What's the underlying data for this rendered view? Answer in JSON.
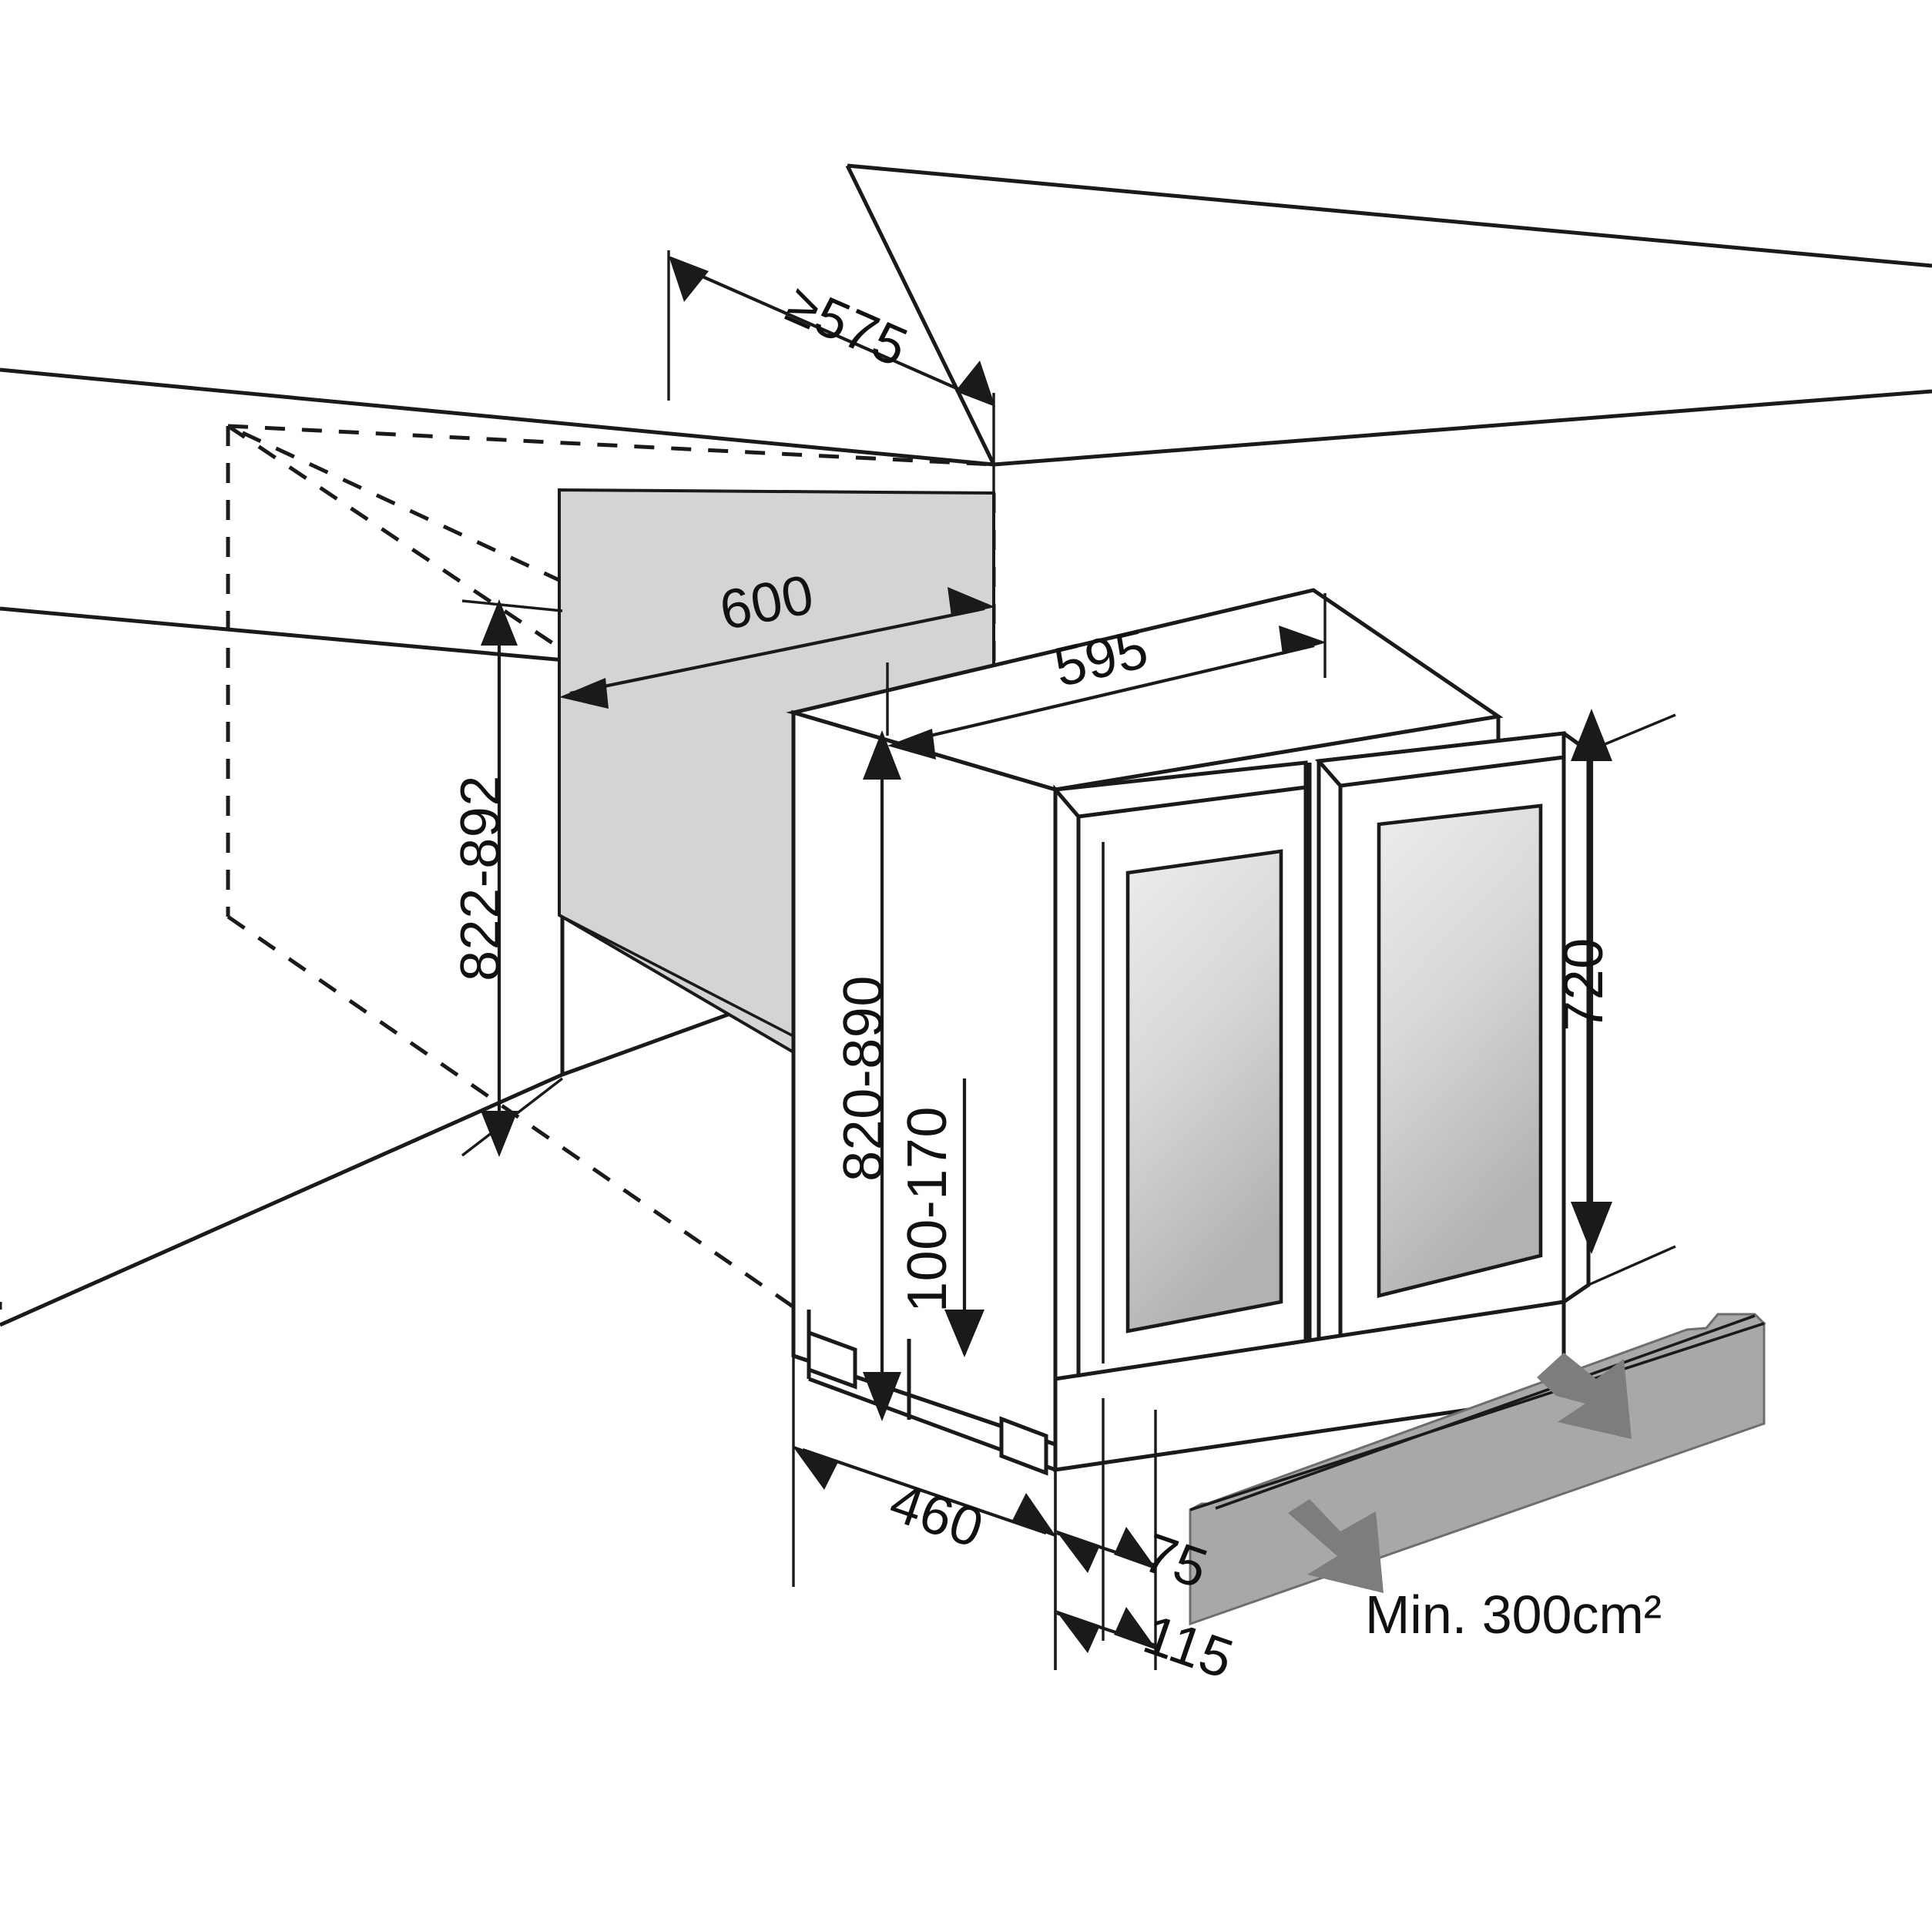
{
  "drawing": {
    "type": "technical-installation-drawing",
    "subject": "Built-in wine cabinet / wine cooler niche installation",
    "units": "mm",
    "background_color": "#ffffff",
    "line_color": "#1a1a1a",
    "panel_color": "#d4d4d4",
    "grille_color": "#a8a8a8",
    "arrow_color": "#7d7d7d",
    "glass_color_top": "#ececec",
    "glass_color_bottom": "#b5b5b5"
  },
  "dimensions": {
    "niche_depth": {
      "label": "≥575",
      "value": 575,
      "qualifier": "≥",
      "description": "Minimum niche depth"
    },
    "niche_width": {
      "label": "600",
      "value": 600,
      "description": "Niche opening width"
    },
    "niche_height": {
      "label": "822-892",
      "value_min": 822,
      "value_max": 892,
      "description": "Niche opening height range"
    },
    "appliance_width": {
      "label": "595",
      "value": 595,
      "description": "Appliance body width"
    },
    "appliance_height": {
      "label": "820-890",
      "value_min": 820,
      "value_max": 890,
      "description": "Appliance overall height range"
    },
    "plinth_height": {
      "label": "100-170",
      "value_min": 100,
      "value_max": 170,
      "description": "Adjustable plinth / foot height range"
    },
    "door_height": {
      "label": "720",
      "value": 720,
      "description": "Door panel height"
    },
    "appliance_depth": {
      "label": "460",
      "value": 460,
      "description": "Appliance body depth"
    },
    "door_offset": {
      "label": "75",
      "value": 75,
      "description": "Door front offset"
    },
    "front_projection": {
      "label": "115",
      "value": 115,
      "description": "Front projection depth"
    }
  },
  "notes": {
    "ventilation": {
      "label": "Min. 300cm²",
      "value": 300,
      "unit": "cm²",
      "description": "Minimum ventilation cross-section area for plinth grille"
    }
  },
  "parts": {
    "wall_niche": "wall-niche-outline",
    "appliance_body": "appliance-body",
    "left_door": "left-glass-door",
    "right_door": "right-glass-door",
    "plinth": "plinth-base",
    "feet": "adjustable-feet",
    "ventilation_grille": "ventilation-grille-panel",
    "airflow_in": "airflow-arrow-in",
    "airflow_out": "airflow-arrow-out",
    "shaded_niche_face": "shaded-niche-rear-face"
  }
}
